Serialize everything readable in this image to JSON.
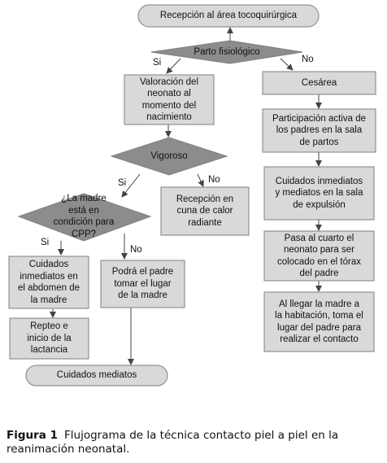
{
  "diagram": {
    "start": "Recepción al área tocoquirúrgica",
    "decision_parto": "Parto fisiológico",
    "yes": "Si",
    "no": "No",
    "valoracion": "Valoración del\nneonato al\nmomento del\nnacimiento",
    "cesarea": "Cesárea",
    "participacion": "Participación activa de\nlos padres en la sala\nde partos",
    "decision_vigoroso": "Vigoroso",
    "cuidados_sala": "Cuidados inmediatos\ny mediatos en la sala\nde expulsión",
    "recepcion_cuna": "Recepción en\ncuna de calor\nradiante",
    "decision_madre": "¿La madre\nestá en\ncondición para\nCPP?",
    "pasa_cuarto": "Pasa al cuarto el\nneonato para ser\ncolocado en el tórax\ndel padre",
    "cuidados_abdomen": "Cuidados\ninmediatos en\nel abdomen de\nla madre",
    "padre_lugar": "Podrá el padre\ntomar el lugar\nde la madre",
    "llegar_madre": "Al llegar la madre a\nla habitación, toma el\nlugar del padre para\nrealizar el contacto",
    "repteo": "Repteo e\ninicio de la\nlactancia",
    "end": "Cuidados mediatos"
  },
  "caption": {
    "label": "Figura 1",
    "text": "Flujograma de la técnica contacto piel a piel en la reanimación neonatal."
  },
  "colors": {
    "box_fill": "#d9d9d9",
    "stroke": "#7f7f7f",
    "diamond_fill": "#8c8c8c"
  }
}
